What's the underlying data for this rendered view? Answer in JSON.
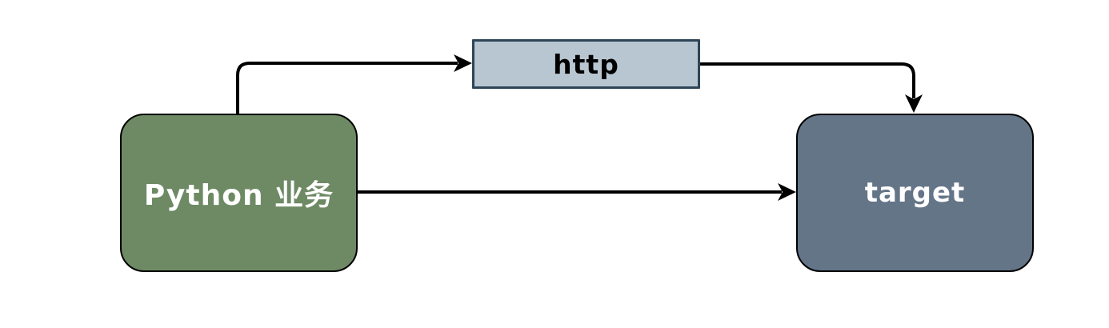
{
  "diagram": {
    "background_color": "#ffffff",
    "nodes": {
      "python": {
        "label": "Python 业务",
        "fill": "#6e8a65",
        "border_color": "#000000",
        "text_color": "#ffffff",
        "shape": "rounded-rectangle"
      },
      "http": {
        "label": "http",
        "fill": "#b8c6d1",
        "border_color": "#2f4456",
        "text_color": "#000000",
        "shape": "rectangle"
      },
      "target": {
        "label": "target",
        "fill": "#647588",
        "border_color": "#000000",
        "text_color": "#ffffff",
        "shape": "rounded-rectangle"
      }
    },
    "edges": [
      {
        "from": "python",
        "to": "http",
        "style": "elbow",
        "arrow_color": "#000000",
        "description": "from top of python box, up and right into left side of http box"
      },
      {
        "from": "http",
        "to": "target",
        "style": "elbow",
        "arrow_color": "#000000",
        "description": "from right side of http box, right and down into top of target box"
      },
      {
        "from": "python",
        "to": "target",
        "style": "straight",
        "arrow_color": "#000000",
        "description": "from right side of python box straight into left side of target box"
      }
    ]
  }
}
